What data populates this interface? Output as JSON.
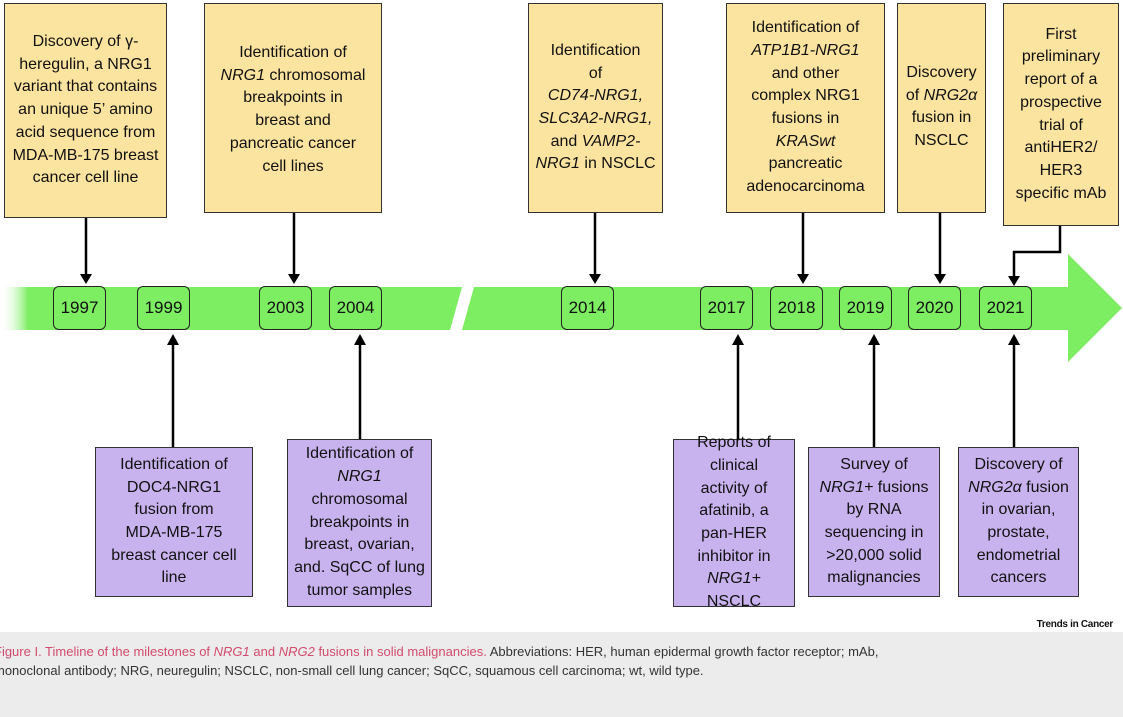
{
  "years": [
    "1997",
    "1999",
    "2003",
    "2004",
    "2014",
    "2017",
    "2018",
    "2019",
    "2020",
    "2021"
  ],
  "top_boxes": {
    "b1997": {
      "l1": "Discovery of γ-",
      "l2": "heregulin,  a NRG1",
      "l3": "variant that contains",
      "l4": "an unique 5’ amino",
      "l5": "acid sequence from",
      "l6": "MDA-MB-175 breast",
      "l7": "cancer cell line"
    },
    "b2003": {
      "l1": "Identification of",
      "l2a": "NRG1",
      "l2b": " chromosomal",
      "l3": "breakpoints in",
      "l4": "breast and",
      "l5": "pancreatic cancer",
      "l6": "cell lines"
    },
    "b2014": {
      "l1": "Identification",
      "l2": "of",
      "l3": "CD74-NRG1,",
      "l4": "SLC3A2-NRG1,",
      "l5a": "and ",
      "l5b": "VAMP2-",
      "l6a": "NRG1",
      "l6b": " in NSCLC"
    },
    "b2018": {
      "l1": "Identification of",
      "l2": "ATP1B1-NRG1",
      "l3": "and other",
      "l4": "complex NRG1",
      "l5": "fusions in",
      "l6": "KRASwt",
      "l7": "pancreatic",
      "l8": "adenocarcinoma"
    },
    "b2020": {
      "l1": "Discovery",
      "l2a": "of ",
      "l2b": "NRG2α",
      "l3": "fusion in",
      "l4": "NSCLC"
    },
    "b2021": {
      "l1": "First",
      "l2": "preliminary",
      "l3": "report of a",
      "l4": "prospective",
      "l5": "trial of",
      "l6": "antiHER2/",
      "l7": "HER3",
      "l8": "specific mAb"
    }
  },
  "bottom_boxes": {
    "b1999": {
      "l1": "Identification of",
      "l2": "DOC4-NRG1",
      "l3": "fusion from",
      "l4": "MDA-MB-175",
      "l5": "breast cancer cell",
      "l6": "line"
    },
    "b2004": {
      "l1": "Identification of",
      "l2": "NRG1",
      "l3": "chromosomal",
      "l4": "breakpoints in",
      "l5": "breast, ovarian,",
      "l6": "and. SqCC of lung",
      "l7": "tumor samples"
    },
    "b2017": {
      "l1": "Reports of",
      "l2": "clinical",
      "l3": "activity of",
      "l4": "afatinib, a",
      "l5": "pan-HER",
      "l6": "inhibitor in",
      "l7a": "NRG1+",
      "l7b": " NSCLC"
    },
    "b2019": {
      "l1": "Survey of",
      "l2a": "NRG1+",
      "l2b": " fusions",
      "l3": "by RNA",
      "l4": "sequencing in",
      "l5": ">20,000 solid",
      "l6": "malignancies"
    },
    "b2021": {
      "l1": "Discovery of",
      "l2a": "NRG2α",
      "l2b": " fusion",
      "l3": "in ovarian,",
      "l4": "prostate,",
      "l5": "endometrial",
      "l6": "cancers"
    }
  },
  "brand": "Trends in Cancer",
  "caption": {
    "p1": "Figure I. Timeline of the milestones of ",
    "p2": "NRG1",
    "p3": " and ",
    "p4": "NRG2",
    "p5": " fusions in solid malignancies.",
    "p6": " Abbreviations: HER, human epidermal growth factor receptor; mAb,",
    "p7": "monoclonal antibody; NRG, neuregulin; NSCLC, non-small cell lung cancer; SqCC, squamous cell carcinoma; wt, wild type."
  },
  "colors": {
    "timeline": "#7ded62",
    "top_box": "#fbe3a0",
    "bottom_box": "#c9b3ee",
    "caption_bg": "#ececec",
    "caption_title": "#d24b6d"
  }
}
